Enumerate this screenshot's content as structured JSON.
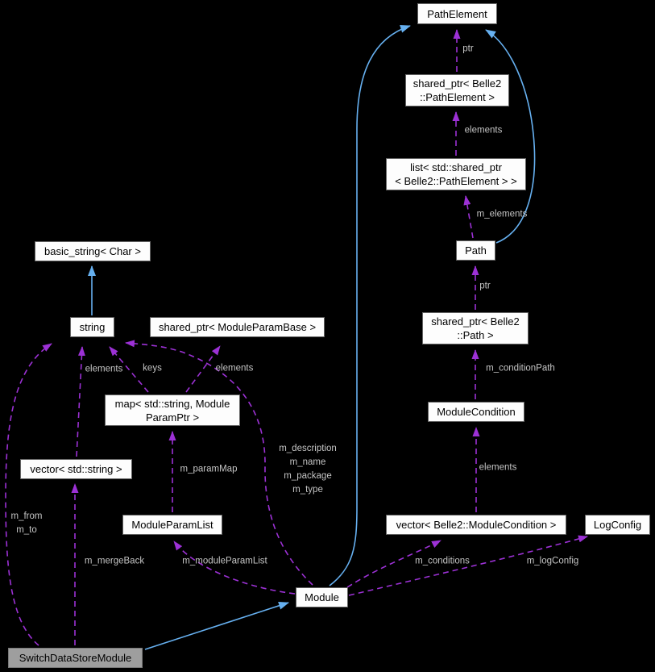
{
  "colors": {
    "background": "#000000",
    "node_bg": "#fdfdfd",
    "node_border": "#636363",
    "node_text": "#000000",
    "highlight_bg": "#9e9e9e",
    "highlight_border": "#787878",
    "edge_blue": "#66b0f0",
    "edge_purple": "#9c31d5",
    "edge_label": "#c5c5c5"
  },
  "nodes": {
    "pathelement": {
      "label": "PathElement"
    },
    "shared_ptr_pathelement": {
      "label": "shared_ptr< Belle2\n::PathElement >"
    },
    "list_shared_ptr_pathelement": {
      "label": "list< std::shared_ptr\n< Belle2::PathElement > >"
    },
    "path": {
      "label": "Path"
    },
    "shared_ptr_path": {
      "label": "shared_ptr< Belle2\n::Path >"
    },
    "module_condition": {
      "label": "ModuleCondition"
    },
    "vector_module_condition": {
      "label": "vector< Belle2::ModuleCondition >"
    },
    "log_config": {
      "label": "LogConfig"
    },
    "basic_string_char": {
      "label": "basic_string< Char >"
    },
    "string": {
      "label": "string"
    },
    "shared_ptr_module_param_base": {
      "label": "shared_ptr< ModuleParamBase >"
    },
    "map_string_module_param_ptr": {
      "label": "map< std::string, Module\nParamPtr >"
    },
    "vector_std_string": {
      "label": "vector< std::string >"
    },
    "module_param_list": {
      "label": "ModuleParamList"
    },
    "module": {
      "label": "Module"
    },
    "switch_data_store_module": {
      "label": "SwitchDataStoreModule"
    }
  },
  "edge_labels": {
    "ptr_pathelement": "ptr",
    "elements_pathelement": "elements",
    "m_elements": "m_elements",
    "ptr_path": "ptr",
    "m_condition_path": "m_conditionPath",
    "elements_module_condition": "elements",
    "m_conditions": "m_conditions",
    "m_log_config": "m_logConfig",
    "elements_vector_string": "elements",
    "keys": "keys",
    "elements_map": "elements",
    "m_param_map": "m_paramMap",
    "module_string_members": "m_description\nm_name\nm_package\nm_type",
    "m_from_to": "m_from\nm_to",
    "m_merge_back": "m_mergeBack",
    "m_module_param_list": "m_moduleParamList"
  }
}
